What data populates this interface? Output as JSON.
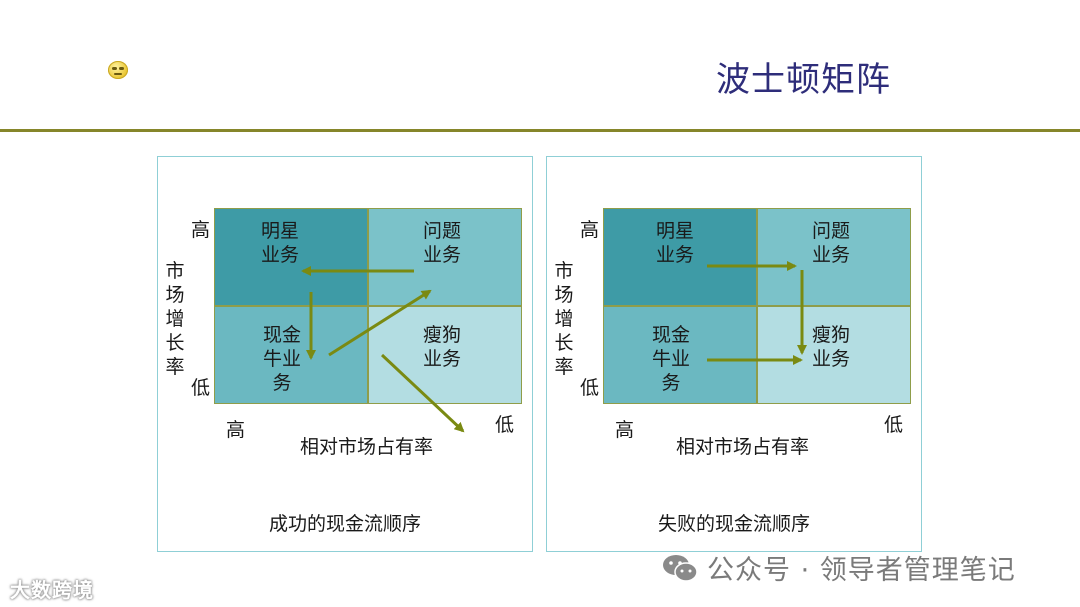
{
  "header": {
    "title": "波士顿矩阵"
  },
  "colors": {
    "title": "#2e2d7a",
    "rule": "#86862a",
    "arrow": "#7a8a12",
    "cell_star": "#3e9ba6",
    "cell_question": "#7bc2c9",
    "cell_cash": "#6bb8c1",
    "cell_dog": "#b3dde2"
  },
  "diagrams": [
    {
      "cells": {
        "star": "明星\n业务",
        "question": "问题\n业务",
        "cash": "现金\n牛业\n务",
        "dog": "瘦狗\n业务"
      },
      "y_axis": {
        "label": "市场增长率",
        "high": "高",
        "low": "低"
      },
      "x_axis": {
        "label": "相对市场占有率",
        "high": "高",
        "low": "低"
      },
      "caption": "成功的现金流顺序",
      "arrows": [
        "问题业务 → 明星业务",
        "明星业务 → 现金牛业务",
        "现金牛业务 → 问题业务",
        "瘦狗业务 → 外部"
      ]
    },
    {
      "cells": {
        "star": "明星\n业务",
        "question": "问题\n业务",
        "cash": "现金\n牛业\n务",
        "dog": "瘦狗\n业务"
      },
      "y_axis": {
        "label": "市场增长率",
        "high": "高",
        "low": "低"
      },
      "x_axis": {
        "label": "相对市场占有率",
        "high": "高",
        "low": "低"
      },
      "caption": "失败的现金流顺序",
      "arrows": [
        "明星业务 → 问题业务",
        "问题业务 → 瘦狗业务",
        "现金牛业务 → 瘦狗业务"
      ]
    }
  ],
  "watermarks": {
    "left": "大数跨境",
    "right": "公众号 · 领导者管理笔记"
  }
}
